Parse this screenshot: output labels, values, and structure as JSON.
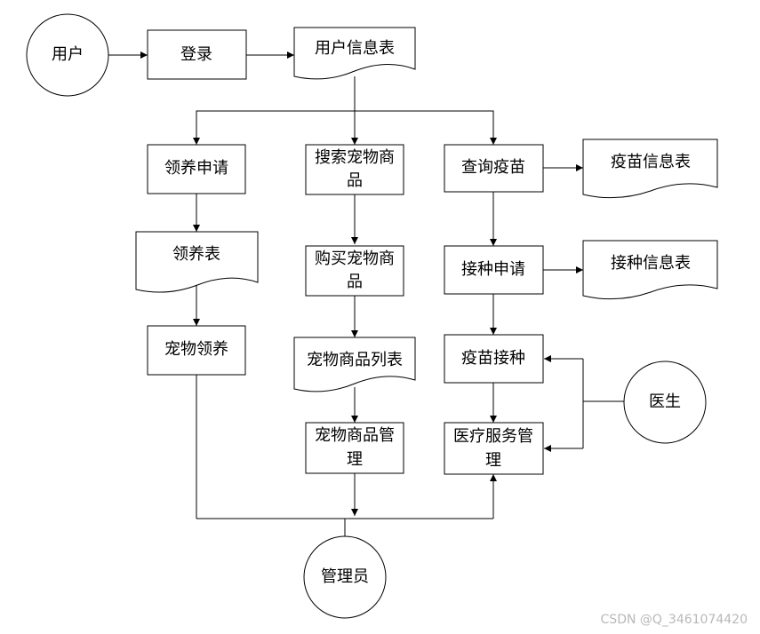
{
  "nodes": {
    "user": "用户",
    "login": "登录",
    "user_info_table": "用户信息表",
    "adopt_apply": "领养申请",
    "search_goods": [
      "搜索宠物商",
      "品"
    ],
    "query_vaccine": "查询疫苗",
    "vaccine_info_table": "疫苗信息表",
    "adopt_table": "领养表",
    "buy_goods": [
      "购买宠物商",
      "品"
    ],
    "vaccinate_apply": "接种申请",
    "vaccinate_info_table": "接种信息表",
    "pet_adopt": "宠物领养",
    "goods_list_table": "宠物商品列表",
    "vaccinate": "疫苗接种",
    "doctor": "医生",
    "goods_manage": [
      "宠物商品管",
      "理"
    ],
    "medical_manage": [
      "医疗服务管",
      "理"
    ],
    "admin": "管理员"
  },
  "watermark": "CSDN @Q_3461074420"
}
